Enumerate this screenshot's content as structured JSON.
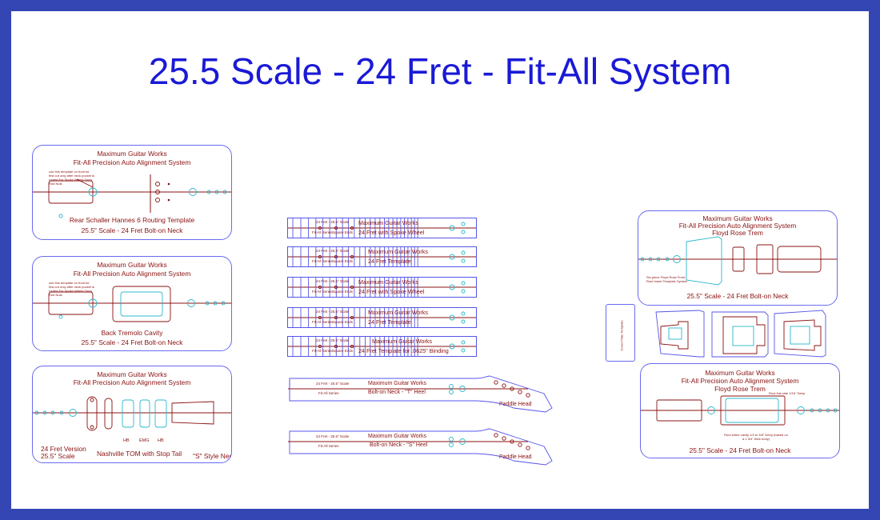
{
  "page_title": "25.5 Scale - 24 Fret - Fit-All System",
  "brand": "Maximum Guitar Works",
  "system_name": "Fit-All Precision Auto Alignment System",
  "colors": {
    "frame": "#3346b4",
    "title": "#1a1ad6",
    "ink": "#8b1010",
    "outline": "#5555e8",
    "accent": "#2ab8cc"
  },
  "panels": {
    "rear_schaller": {
      "brand": "Maximum Guitar Works",
      "system": "Fit-All Precision Auto Alignment System",
      "note": "use this template on front for first cut only after neck pocket is routed For Spoke Wheel Truss Rod Nuts",
      "label": "Rear Schaller Hannes 6 Routing Template",
      "scale": "25.5\" Scale - 24 Fret Bolt-on Neck"
    },
    "back_tremolo": {
      "brand": "Maximum Guitar Works",
      "system": "Fit-All Precision Auto Alignment System",
      "note": "use this template on front for first cut only after neck pocket is routed For Spoke Wheel Truss Rod Nuts",
      "label": "Back Tremolo Cavity",
      "scale": "25.5\" Scale - 24 Fret Bolt-on Neck"
    },
    "nashville": {
      "brand": "Maximum Guitar Works",
      "system": "Fit-All Precision Auto Alignment System",
      "pickups": [
        "HB",
        "EMG",
        "HB"
      ],
      "version": "24 Fret Version",
      "scale": "25.5\" Scale",
      "label": "Nashville TOM with Stop Tail",
      "neck": "\"S\" Style Neck"
    },
    "floyd_top": {
      "brand": "Maximum Guitar Works",
      "system": "Fit-All Precision Auto Alignment System",
      "trem": "Floyd Rose Trem",
      "note": "Six-piece Floyd Rose Front Rout Insert Template System",
      "scale": "25.5\" Scale - 24 Fret Bolt-on Neck"
    },
    "cover_plate": {
      "label": "Cover Plate Template"
    },
    "floyd_bottom": {
      "brand": "Maximum Guitar Works",
      "system": "Fit-All Precision Auto Alignment System",
      "trem": "Floyd Rose Trem",
      "note1": "Rout this side 1/16\" Deep",
      "note2": "Rout entire cavity 1/4 to 3/8\" Deep (based on a 1 3/4\" thick body)",
      "scale": "25.5\" Scale - 24 Fret Bolt-on Neck"
    }
  },
  "fretboards": [
    {
      "brand": "Maximum Guitar Works",
      "label": "24 Fret with Spoke Wheel",
      "tag": "24 Fret - 25.5\" Scale",
      "series": "Fit-All Series",
      "square": "Square Ends"
    },
    {
      "brand": "Maximum Guitar Works",
      "label": "24 Fret Template",
      "tag": "24 Fret - 25.5\" Scale",
      "series": "Fit-All Series",
      "square": "Square Ends"
    },
    {
      "brand": "Maximum Guitar Works",
      "label": "24 Fret with Spoke Wheel",
      "tag": "24 Fret - 25.5\" Scale",
      "series": "Fit-All Series",
      "square": "Square Ends"
    },
    {
      "brand": "Maximum Guitar Works",
      "label": "24 Fret Template",
      "tag": "24 Fret - 25.5\" Scale",
      "series": "Fit-All Series",
      "square": "Square Ends"
    },
    {
      "brand": "Maximum Guitar Works",
      "label": "24 Fret Template for .0625\" Binding",
      "tag": "24 Fret - 25.5\" Scale",
      "series": "Fit-All Series",
      "square": "Square Ends"
    }
  ],
  "necks": [
    {
      "brand": "Maximum Guitar Works",
      "label": "Bolt-on Neck - \"T\" Heel",
      "tag": "24 Fret - 25.5\" Scale",
      "series": "Fit-All Series",
      "head": "Paddle Head"
    },
    {
      "brand": "Maximum Guitar Works",
      "label": "Bolt-on Neck - \"S\" Heel",
      "tag": "24 Fret - 25.5\" Scale",
      "series": "Fit-All Series",
      "head": "Paddle Head"
    }
  ]
}
